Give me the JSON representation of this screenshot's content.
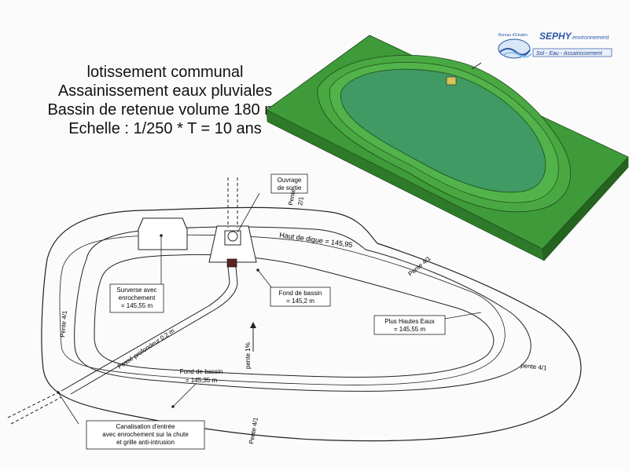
{
  "title": {
    "line1": "lotissement  communal",
    "line2": "Assainissement eaux pluviales",
    "line3": "Bassin de retenue volume 180 m³",
    "line4": "Echelle : 1/250     *     T = 10 ans"
  },
  "logo": {
    "brand": "SEPHY",
    "tagline": "environnement",
    "sub": "Sol - Eau - Assainissement",
    "small": "Bureau d'Etudes"
  },
  "labels": {
    "ouvrage": [
      "Ouvrage",
      "de sortie"
    ],
    "pente_2_1": [
      "Pente",
      "2/1"
    ],
    "haut_digue": "Haut de digue = 145,95",
    "pente_4_1_right": "Pente 4/1",
    "surverse": [
      "Surverse avec",
      "enrochement",
      "= 145,55 m"
    ],
    "fond_bassin_1": [
      "Fond de bassin",
      "= 145,2 m"
    ],
    "pente_4_1_left": "Pente 4/1",
    "fosse": "Fossé profondeur 0,2 m",
    "pente_1": "pente 1%",
    "plus_hautes_eaux": [
      "Plus Hautes Eaux",
      "= 145,55 m"
    ],
    "pente_4_1_far": "pente 4/1",
    "fond_bassin_2": [
      "Fond de bassin",
      "= 145,35 m"
    ],
    "canalisation": [
      "Canalisation d'entrée",
      "avec enrochement sur la chute",
      "et grille anti-intrusion"
    ],
    "pente_4_1_bottom": "Pente 4/1"
  },
  "colors": {
    "board_top": "#3f9a3a",
    "board_side": "#2e7a2a",
    "basin_water": "#3f9a63",
    "line": "#222222"
  }
}
